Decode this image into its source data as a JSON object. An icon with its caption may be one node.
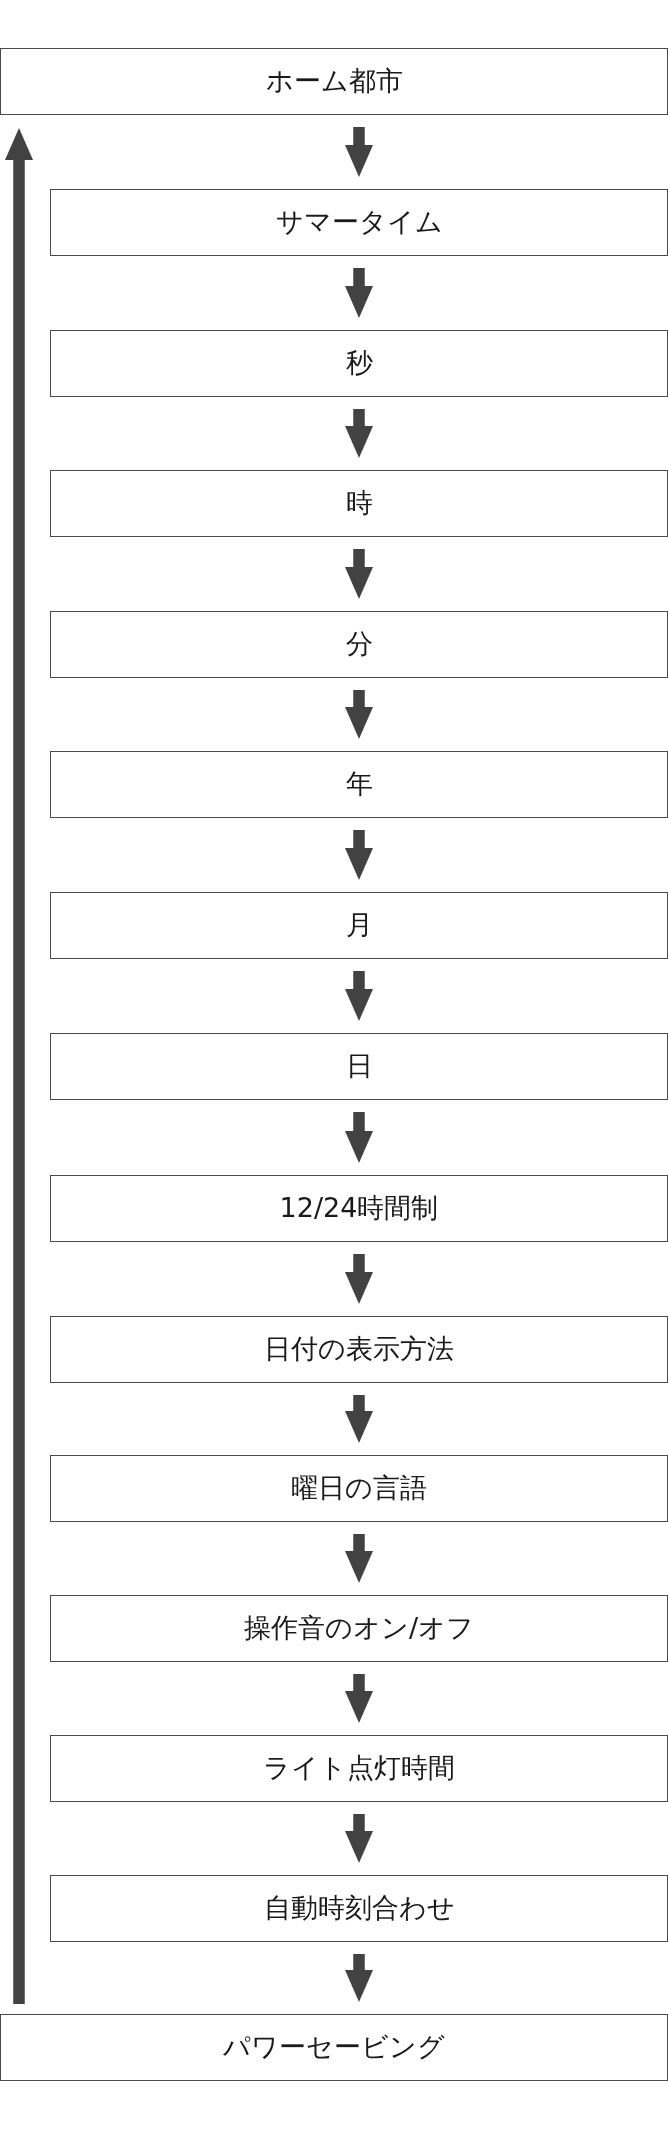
{
  "diagram": {
    "nodes": [
      {
        "text": [
          "ホーム都市"
        ]
      },
      {
        "text": [
          "サマータイム"
        ]
      },
      {
        "text": [
          "秒"
        ]
      },
      {
        "text": [
          "時"
        ]
      },
      {
        "text": [
          "分"
        ]
      },
      {
        "text": [
          "年"
        ]
      },
      {
        "text": [
          "月"
        ]
      },
      {
        "text": [
          "日"
        ]
      },
      {
        "text": [
          "12/24時間制"
        ]
      },
      {
        "text": [
          "日付の表示方法"
        ]
      },
      {
        "text": [
          "曜日の言語"
        ]
      },
      {
        "text": [
          "操作音のオン/オフ"
        ]
      },
      {
        "text": [
          "ライト点灯時間"
        ]
      },
      {
        "text": [
          "自動時刻合わせ"
        ]
      },
      {
        "text": [
          "パワーセービング"
        ]
      }
    ],
    "edges": [
      {
        "from": 0,
        "to": 1,
        "arrow": "to"
      },
      {
        "from": 1,
        "to": 2,
        "arrow": "to"
      },
      {
        "from": 2,
        "to": 3,
        "arrow": "to"
      },
      {
        "from": 3,
        "to": 4,
        "arrow": "to"
      },
      {
        "from": 4,
        "to": 5,
        "arrow": "to"
      },
      {
        "from": 5,
        "to": 6,
        "arrow": "to"
      },
      {
        "from": 6,
        "to": 7,
        "arrow": "to"
      },
      {
        "from": 7,
        "to": 8,
        "arrow": "to"
      },
      {
        "from": 8,
        "to": 9,
        "arrow": "to"
      },
      {
        "from": 9,
        "to": 10,
        "arrow": "to"
      },
      {
        "from": 10,
        "to": 11,
        "arrow": "to"
      },
      {
        "from": 11,
        "to": 12,
        "arrow": "to"
      },
      {
        "from": 12,
        "to": 13,
        "arrow": "to"
      },
      {
        "from": 13,
        "to": 14,
        "arrow": "to"
      },
      {
        "from": 14,
        "to": 0,
        "arrow": "to"
      }
    ]
  }
}
